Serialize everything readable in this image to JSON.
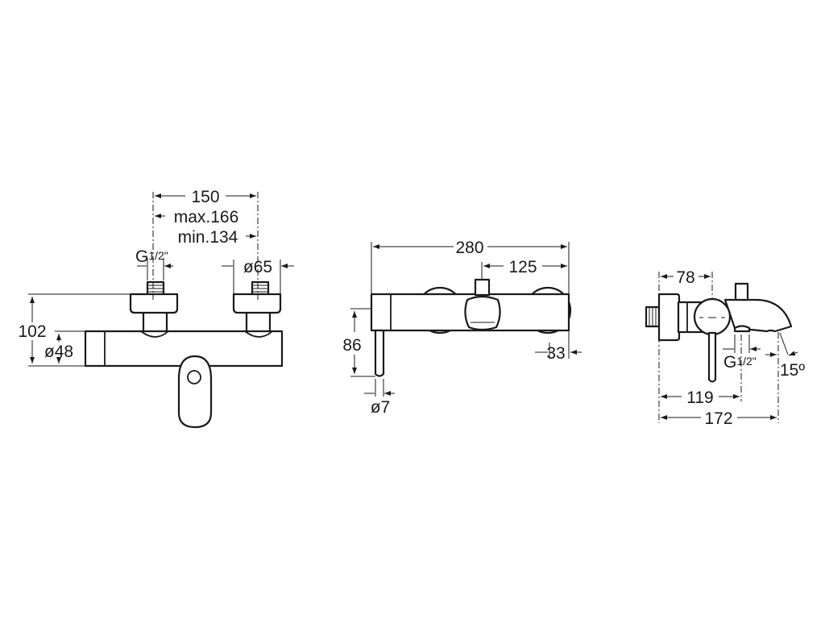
{
  "front_view": {
    "dim_spacing": "150",
    "dim_max": "max.166",
    "dim_min": "min.134",
    "dim_thread": "G",
    "dim_thread_fraction": "1/2\"",
    "dim_flange_diameter": "ø65",
    "dim_height": "102",
    "dim_body_diameter": "ø48"
  },
  "top_view": {
    "dim_length": "280",
    "dim_spout_offset": "125",
    "dim_lever_length": "86",
    "dim_end": "33",
    "dim_lever_diameter": "ø7"
  },
  "side_view": {
    "dim_wall_to_axis": "78",
    "dim_outlet": "119",
    "dim_total": "172",
    "dim_thread": "G",
    "dim_thread_fraction": "1/2\"",
    "dim_angle": "15º"
  },
  "colors": {
    "line": "#1a1a1a",
    "background": "#ffffff"
  }
}
